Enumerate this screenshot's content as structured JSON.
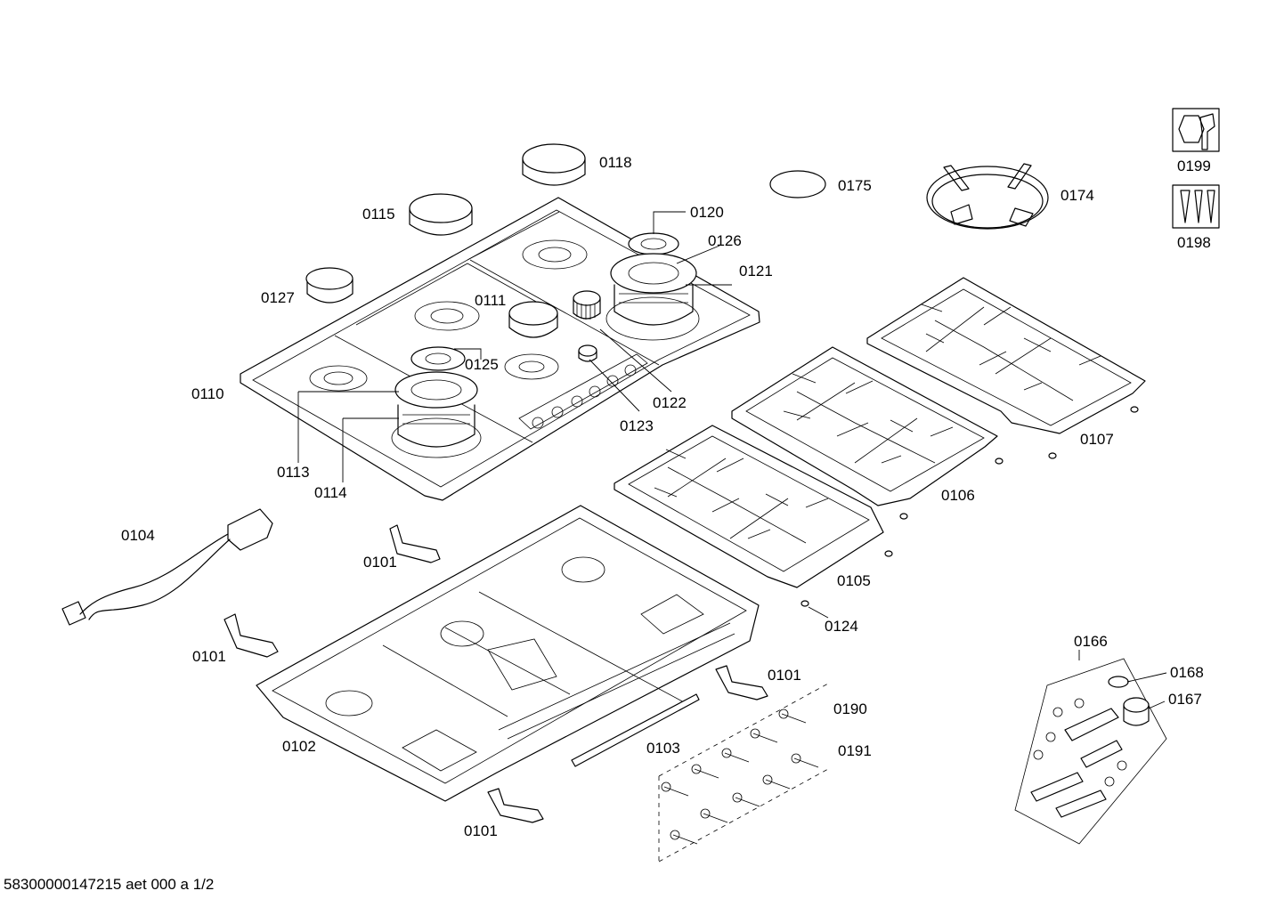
{
  "part_labels": {
    "p0118": "0118",
    "p0175": "0175",
    "p0174": "0174",
    "p0115": "0115",
    "p0120": "0120",
    "p0126": "0126",
    "p0121": "0121",
    "p0127": "0127",
    "p0111": "0111",
    "p0125": "0125",
    "p0122": "0122",
    "p0110": "0110",
    "p0123": "0123",
    "p0107": "0107",
    "p0113": "0113",
    "p0114": "0114",
    "p0106": "0106",
    "p0104": "0104",
    "p0101a": "0101",
    "p0105": "0105",
    "p0124": "0124",
    "p0101b": "0101",
    "p0166": "0166",
    "p0168": "0168",
    "p0101c": "0101",
    "p0167": "0167",
    "p0190": "0190",
    "p0102": "0102",
    "p0103": "0103",
    "p0191": "0191",
    "p0101d": "0101",
    "p0199": "0199",
    "p0198": "0198"
  },
  "icons": {
    "service_tool": "wrench-nut-icon",
    "screws": "screw-set-icon"
  },
  "footer": {
    "doc_id": "58300000147215 aet 000 a 1/2"
  }
}
